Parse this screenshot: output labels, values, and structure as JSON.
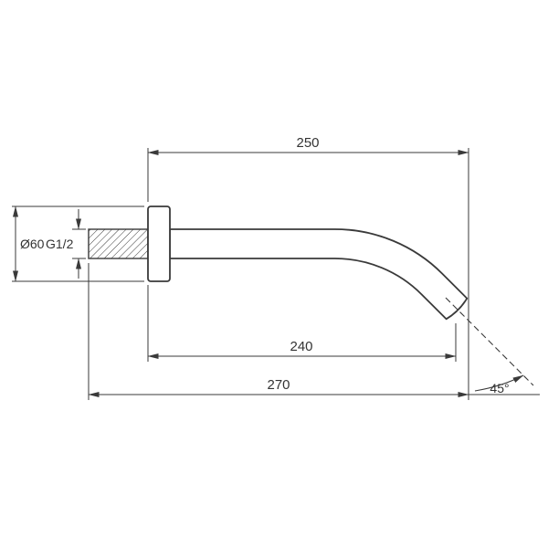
{
  "diagram": {
    "labels": {
      "length_top": "250",
      "flange_diameter": "Ø60",
      "thread_size": "G1/2",
      "length_mid": "240",
      "length_total": "270",
      "spout_angle": "45°"
    },
    "colors": {
      "line": "#3a3a3a",
      "text": "#333333",
      "background": "#ffffff"
    }
  }
}
